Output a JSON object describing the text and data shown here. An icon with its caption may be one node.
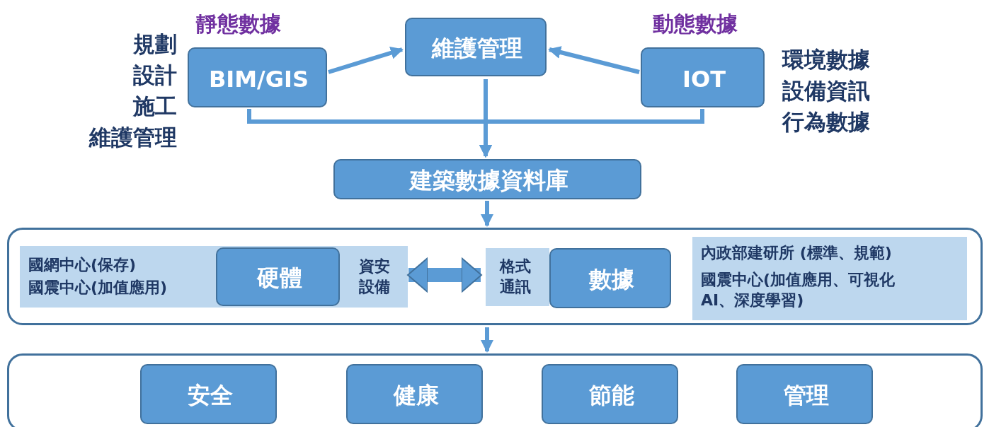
{
  "diagram": {
    "nodes": [
      {
        "text": [
          "靜態數據",
          "BIM/GIS"
        ],
        "beside": [
          "規劃",
          "設計",
          "施工",
          "維護管理"
        ]
      },
      {
        "text": [
          "維護管理"
        ]
      },
      {
        "text": [
          "動態數據",
          "IOT"
        ],
        "beside": [
          "環境數據",
          "設備資訊",
          "行為數據"
        ]
      },
      {
        "text": [
          "建築數據資料庫"
        ]
      },
      {
        "text": [],
        "shape": "box"
      },
      {
        "text": [
          "國網中心(保存)",
          "國震中心(加值應用)",
          "資安設備"
        ],
        "in": 4
      },
      {
        "text": [
          "硬體"
        ],
        "in": 5
      },
      {
        "text": [
          "格式通訊"
        ],
        "in": 4
      },
      {
        "text": [
          "數據"
        ],
        "in": 4
      },
      {
        "text": [
          "內政部建研所 (標準、規範)",
          "國震中心(加值應用、可視化AI、深度學習)"
        ],
        "in": 4
      },
      {
        "text": [],
        "shape": "box"
      },
      {
        "text": [
          "安全"
        ],
        "in": 10
      },
      {
        "text": [
          "健康"
        ],
        "in": 10
      },
      {
        "text": [
          "節能"
        ],
        "in": 10
      },
      {
        "text": [
          "管理"
        ],
        "in": 10
      }
    ],
    "edges": [
      {
        "from": 0,
        "to": 1,
        "arrow": "to"
      },
      {
        "from": 2,
        "to": 1,
        "arrow": "to"
      },
      {
        "from": 1,
        "to": 3,
        "arrow": "to"
      },
      {
        "from": 0,
        "to": 3,
        "arrow": "to"
      },
      {
        "from": 2,
        "to": 3,
        "arrow": "to"
      },
      {
        "from": 3,
        "to": 4,
        "arrow": "to"
      },
      {
        "from": 5,
        "to": 7,
        "arrow": "both",
        "style": "thick"
      },
      {
        "from": 4,
        "to": 10,
        "arrow": "to"
      }
    ]
  }
}
